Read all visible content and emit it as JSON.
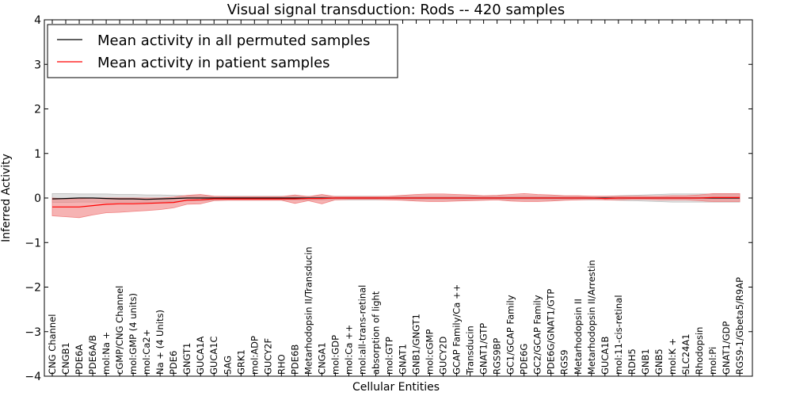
{
  "chart_data": {
    "type": "line",
    "title": "Visual signal transduction: Rods -- 420 samples",
    "xlabel": "Cellular Entities",
    "ylabel": "Inferred Activity",
    "ylim": [
      -4,
      4
    ],
    "yticks": [
      -4,
      -3,
      -2,
      -1,
      0,
      1,
      2,
      3,
      4
    ],
    "legend": {
      "placement": "top-left"
    },
    "categories": [
      "CNG Channel",
      "CNGB1",
      "PDE6A",
      "PDE6A/B",
      "mol:Na +",
      "cGMP/CNG Channel",
      "mol:GMP (4 units)",
      "mol:Ca2+",
      "Na + (4 Units)",
      "PDE6",
      "GNGT1",
      "GUCA1A",
      "GUCA1C",
      "SAG",
      "GRK1",
      "mol:ADP",
      "GUCY2F",
      "RHO",
      "PDE6B",
      "Metarhodopsin II/Transducin",
      "CNGA1",
      "mol:GDP",
      "mol:Ca ++",
      "mol:all-trans-retinal",
      "absorption of light",
      "mol:GTP",
      "GNAT1",
      "GNB1/GNGT1",
      "mol:cGMP",
      "GUCY2D",
      "GCAP Family/Ca ++",
      "Transducin",
      "GNAT1/GTP",
      "RGS9BP",
      "GC1/GCAP Family",
      "PDE6G",
      "GC2/GCAP Family",
      "PDE6G/GNAT1/GTP",
      "RGS9",
      "Metarhodopsin II",
      "Metarhodopsin II/Arrestin",
      "GUCA1B",
      "mol:11-cis-retinal",
      "RDH5",
      "GNB1",
      "GNB5",
      "mol:K +",
      "SLC24A1",
      "Rhodopsin",
      "mol:Pi",
      "GNAT1/GDP",
      "RGS9-1/Gbeta5/R9AP"
    ],
    "series": [
      {
        "name": "Mean activity in all permuted samples",
        "color": "#000000",
        "band_color": "#bbbbbb",
        "values": [
          -0.02,
          -0.01,
          0,
          0,
          -0.01,
          -0.02,
          -0.02,
          -0.03,
          -0.02,
          -0.01,
          0,
          0,
          0,
          0,
          0,
          0,
          0,
          0,
          0,
          0,
          0,
          0,
          0,
          0,
          0,
          0,
          0,
          0,
          0,
          0,
          0,
          0,
          0,
          0,
          0,
          0,
          0,
          0,
          0,
          0,
          0,
          0,
          0,
          0,
          0,
          0,
          0,
          0,
          0,
          0,
          0,
          0
        ],
        "band_low": [
          -0.1,
          -0.1,
          -0.09,
          -0.09,
          -0.1,
          -0.1,
          -0.1,
          -0.1,
          -0.09,
          -0.08,
          -0.06,
          -0.06,
          -0.05,
          -0.04,
          -0.04,
          -0.04,
          -0.04,
          -0.04,
          -0.04,
          -0.04,
          -0.04,
          -0.04,
          -0.04,
          -0.04,
          -0.04,
          -0.04,
          -0.04,
          -0.04,
          -0.04,
          -0.04,
          -0.04,
          -0.04,
          -0.04,
          -0.04,
          -0.04,
          -0.04,
          -0.04,
          -0.04,
          -0.04,
          -0.04,
          -0.04,
          -0.04,
          -0.05,
          -0.06,
          -0.07,
          -0.08,
          -0.09,
          -0.09,
          -0.09,
          -0.09,
          -0.09,
          -0.09
        ],
        "band_high": [
          0.1,
          0.1,
          0.09,
          0.09,
          0.09,
          0.08,
          0.08,
          0.07,
          0.07,
          0.06,
          0.05,
          0.05,
          0.04,
          0.04,
          0.04,
          0.04,
          0.04,
          0.04,
          0.04,
          0.04,
          0.04,
          0.04,
          0.04,
          0.04,
          0.04,
          0.04,
          0.04,
          0.04,
          0.04,
          0.04,
          0.04,
          0.04,
          0.04,
          0.04,
          0.04,
          0.04,
          0.04,
          0.04,
          0.04,
          0.04,
          0.04,
          0.04,
          0.05,
          0.06,
          0.07,
          0.08,
          0.09,
          0.09,
          0.09,
          0.09,
          0.09,
          0.09
        ]
      },
      {
        "name": "Mean activity in patient samples",
        "color": "#ff0000",
        "band_color": "#f08080",
        "values": [
          -0.2,
          -0.2,
          -0.2,
          -0.17,
          -0.14,
          -0.13,
          -0.13,
          -0.12,
          -0.11,
          -0.1,
          -0.05,
          -0.04,
          -0.02,
          -0.02,
          -0.02,
          -0.02,
          -0.02,
          -0.02,
          -0.02,
          -0.01,
          -0.01,
          0,
          0,
          0,
          0,
          0,
          0,
          0,
          0,
          0,
          0,
          0,
          0,
          0,
          0,
          0,
          0,
          0,
          0,
          0,
          0,
          -0.01,
          0,
          0,
          0,
          0,
          0,
          0,
          0,
          0.01,
          0.01,
          0.01
        ],
        "band_low": [
          -0.4,
          -0.42,
          -0.44,
          -0.38,
          -0.33,
          -0.32,
          -0.3,
          -0.28,
          -0.26,
          -0.22,
          -0.14,
          -0.13,
          -0.06,
          -0.05,
          -0.05,
          -0.05,
          -0.05,
          -0.05,
          -0.12,
          -0.06,
          -0.13,
          -0.04,
          -0.03,
          -0.03,
          -0.03,
          -0.04,
          -0.05,
          -0.07,
          -0.08,
          -0.08,
          -0.07,
          -0.06,
          -0.05,
          -0.04,
          -0.07,
          -0.08,
          -0.08,
          -0.07,
          -0.05,
          -0.04,
          -0.03,
          -0.04,
          -0.04,
          -0.03,
          -0.03,
          -0.04,
          -0.04,
          -0.04,
          -0.06,
          -0.08,
          -0.08,
          -0.08
        ],
        "band_high": [
          0.0,
          -0.02,
          -0.02,
          0.0,
          0.0,
          0.0,
          0.0,
          0.0,
          0.0,
          0.02,
          0.06,
          0.08,
          0.04,
          0.03,
          0.03,
          0.03,
          0.03,
          0.03,
          0.07,
          0.03,
          0.08,
          0.03,
          0.03,
          0.03,
          0.03,
          0.04,
          0.06,
          0.08,
          0.09,
          0.09,
          0.08,
          0.07,
          0.05,
          0.06,
          0.08,
          0.1,
          0.08,
          0.07,
          0.05,
          0.05,
          0.04,
          0.04,
          0.04,
          0.04,
          0.04,
          0.04,
          0.05,
          0.05,
          0.07,
          0.1,
          0.1,
          0.1
        ]
      }
    ]
  }
}
